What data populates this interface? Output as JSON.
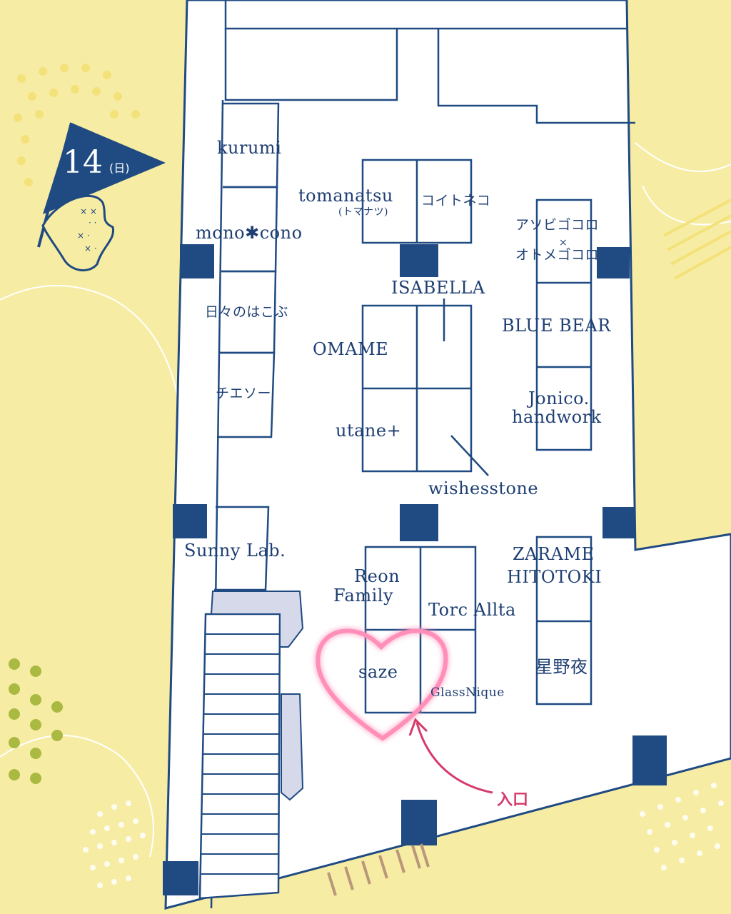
{
  "date": {
    "day": "14",
    "weekday": "(日)"
  },
  "entrance_label": "入口",
  "booths": {
    "kurumi": "kurumi",
    "mono_cono": "mono✱cono",
    "hibi": "日々のはこぶ",
    "chieso": "チエソー",
    "sunny": "Sunny Lab.",
    "tomanatsu": "tomanatsu",
    "tomanatsu_kana": "(トマナツ)",
    "koitoneko": "コイトネコ",
    "isabella": "ISABELLA",
    "omame": "OMAME",
    "utane": "utane+",
    "wishesstone": "wishesstone",
    "asobi1": "アソビゴコロ",
    "asobi_x": "×",
    "asobi2": "オトメゴコロ",
    "bluebear": "BLUE BEAR",
    "jonico1": "Jonico.",
    "jonico2": "handwork",
    "zarame1": "ZARAME",
    "zarame2": "HITOTOKI",
    "hoshino": "星野夜",
    "reon1": "Reon",
    "reon2": "Family",
    "torc": "Torc Allta",
    "saze": "saze",
    "glassnique": "GlassNique"
  },
  "colors": {
    "navy": "#1f4a82",
    "background": "#f7eca3",
    "floor": "#ffffff",
    "highlight": "#ff8fb8",
    "entrance": "#d63a6a"
  }
}
